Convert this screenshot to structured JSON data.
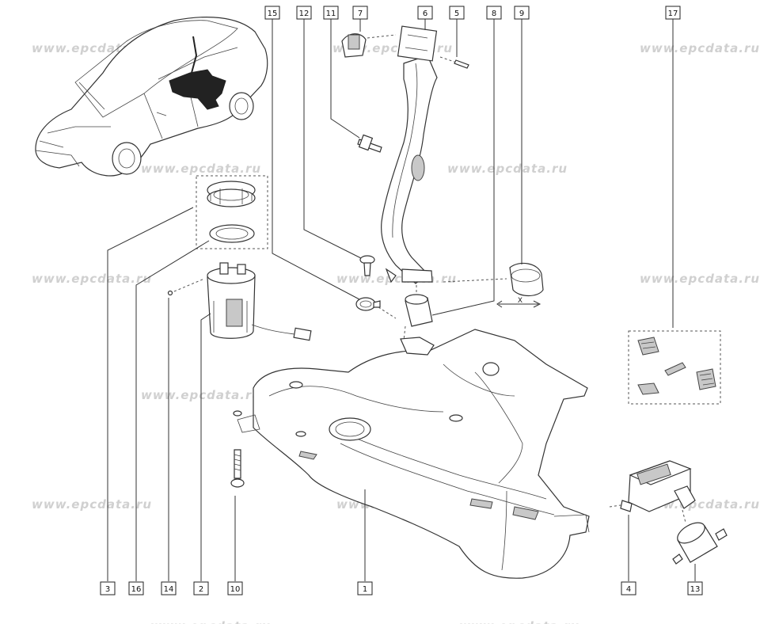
{
  "watermark": "www.epcdata.ru",
  "callouts": [
    {
      "id": "c1",
      "label": "1"
    },
    {
      "id": "c2",
      "label": "2"
    },
    {
      "id": "c3",
      "label": "3"
    },
    {
      "id": "c4",
      "label": "4"
    },
    {
      "id": "c5",
      "label": "5"
    },
    {
      "id": "c6",
      "label": "6"
    },
    {
      "id": "c7",
      "label": "7"
    },
    {
      "id": "c8",
      "label": "8"
    },
    {
      "id": "c9",
      "label": "9"
    },
    {
      "id": "c10",
      "label": "10"
    },
    {
      "id": "c11",
      "label": "11"
    },
    {
      "id": "c12",
      "label": "12"
    },
    {
      "id": "c13",
      "label": "13"
    },
    {
      "id": "c14",
      "label": "14"
    },
    {
      "id": "c15",
      "label": "15"
    },
    {
      "id": "c16",
      "label": "16"
    },
    {
      "id": "c17",
      "label": "17"
    }
  ],
  "dimension_label": "X",
  "colors": {
    "line": "#333333",
    "watermark": "#d0d0d0",
    "shade": "#c8c8c8",
    "highlight": "#222222"
  }
}
